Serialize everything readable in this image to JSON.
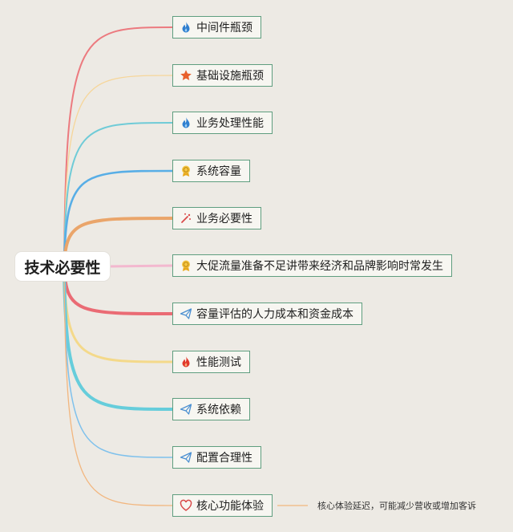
{
  "root": {
    "label": "技术必要性"
  },
  "branches": [
    {
      "label": "中间件瓶颈",
      "icon": "flame-blue-icon",
      "color": "#ec7a7f"
    },
    {
      "label": "基础设施瓶颈",
      "icon": "star-icon",
      "color": "#f6d69a"
    },
    {
      "label": "业务处理性能",
      "icon": "flame-blue-icon",
      "color": "#6fcbd7"
    },
    {
      "label": "系统容量",
      "icon": "badge-icon",
      "color": "#58aee6"
    },
    {
      "label": "业务必要性",
      "icon": "sparkle-icon",
      "color": "#eaa56a"
    },
    {
      "label": "大促流量准备不足讲带来经济和品牌影响时常发生",
      "icon": "badge-icon",
      "color": "#f3b8cf"
    },
    {
      "label": "容量评估的人力成本和资金成本",
      "icon": "paper-plane-icon",
      "color": "#ea6b74"
    },
    {
      "label": "性能测试",
      "icon": "flame-red-icon",
      "color": "#f4d98a"
    },
    {
      "label": "系统依赖",
      "icon": "paper-plane-icon",
      "color": "#66cddb"
    },
    {
      "label": "配置合理性",
      "icon": "paper-plane-icon",
      "color": "#7fc1ec"
    },
    {
      "label": "核心功能体验",
      "icon": "heart-icon",
      "color": "#f2b67e"
    }
  ],
  "annotation": {
    "text": "核心体验延迟，可能减少营收或增加客诉",
    "color": "#f2b67e"
  }
}
